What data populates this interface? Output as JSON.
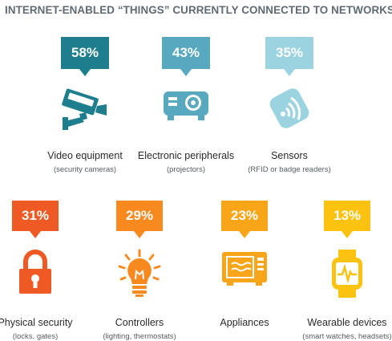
{
  "title": "INTERNET-ENABLED “THINGS” CURRENTLY CONNECTED TO NETWORKS",
  "chart_data": {
    "type": "pictograph",
    "title": "INTERNET-ENABLED “THINGS” CURRENTLY CONNECTED TO NETWORKS",
    "unit": "%",
    "items": [
      {
        "value": 58,
        "value_label": "58%",
        "label": "Video equipment",
        "sublabel": "(security cameras)",
        "icon": "security-camera-icon",
        "color": "#1f7e8e",
        "icon_color": "#1f7e8e"
      },
      {
        "value": 43,
        "value_label": "43%",
        "label": "Electronic peripherals",
        "sublabel": "(projectors)",
        "icon": "projector-icon",
        "color": "#58a8c0",
        "icon_color": "#58a8c0"
      },
      {
        "value": 35,
        "value_label": "35%",
        "label": "Sensors",
        "sublabel": "(RFID or badge readers)",
        "icon": "rfid-reader-icon",
        "color": "#9cd3e1",
        "icon_color": "#9cd3e1"
      },
      {
        "value": 31,
        "value_label": "31%",
        "label": "Physical security",
        "sublabel": "(locks, gates)",
        "icon": "padlock-icon",
        "color": "#ef5a24",
        "icon_color": "#ef5a24"
      },
      {
        "value": 29,
        "value_label": "29%",
        "label": "Controllers",
        "sublabel": "(lighting, thermostats)",
        "icon": "light-bulb-icon",
        "color": "#f7891f",
        "icon_color": "#f7891f"
      },
      {
        "value": 23,
        "value_label": "23%",
        "label": "Appliances",
        "sublabel": "",
        "icon": "microwave-icon",
        "color": "#f9a51a",
        "icon_color": "#f9a51a"
      },
      {
        "value": 13,
        "value_label": "13%",
        "label": "Wearable devices",
        "sublabel": "(smart watches, headsets)",
        "icon": "smartwatch-icon",
        "color": "#fbc30f",
        "icon_color": "#fbc30f"
      }
    ]
  }
}
